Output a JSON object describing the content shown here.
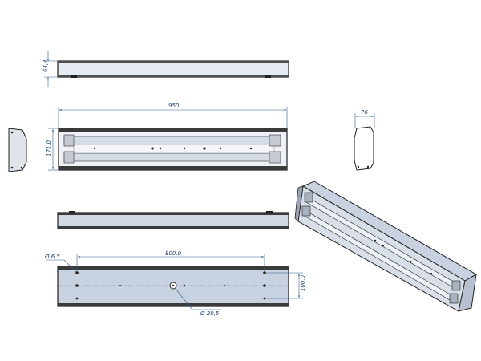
{
  "dimensions": {
    "height_top": "64,4",
    "length": "950",
    "width_front": "171,0",
    "depth_side": "76",
    "hole_spacing": "800,0",
    "hole_small": "Ø 6,5",
    "hole_large": "Ø 20,5",
    "mount_height": "100,0"
  },
  "colors": {
    "panel": "#c9d2e0",
    "panel_light": "#dfe5ee",
    "line": "#2e5a8f",
    "frame": "#202020"
  }
}
